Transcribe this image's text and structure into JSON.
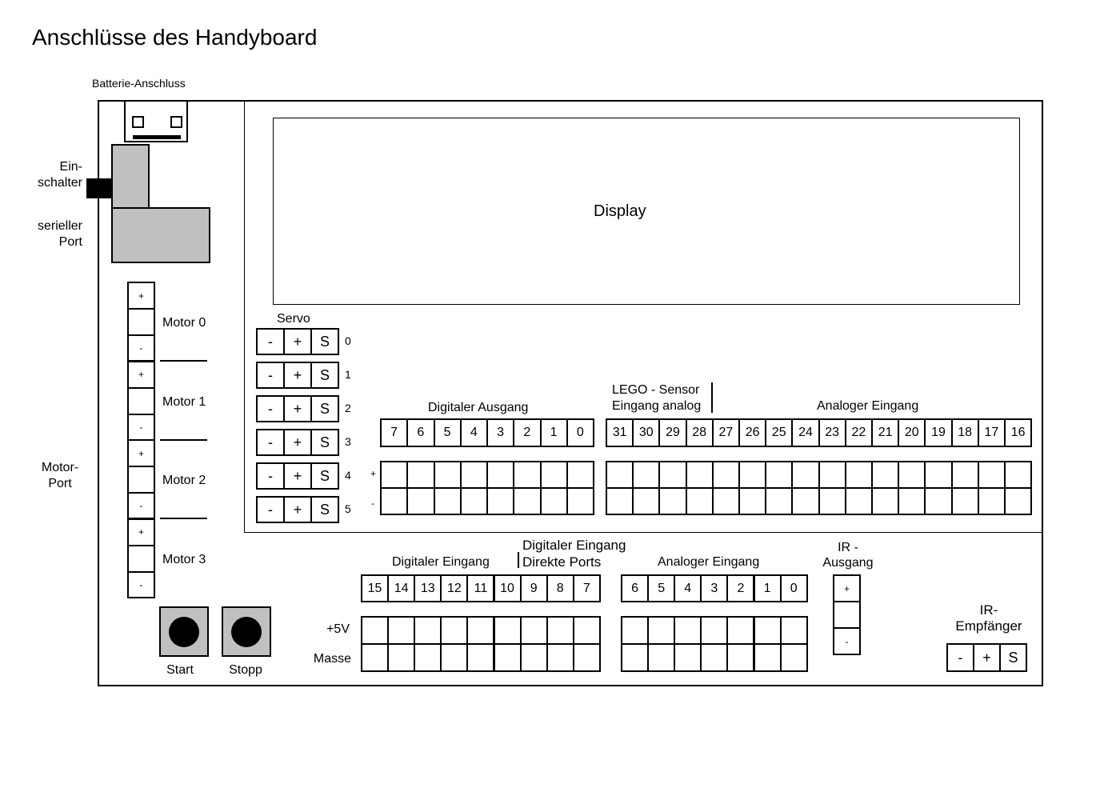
{
  "title": "Anschlüsse des Handyboard",
  "battery_label": "Batterie-Anschluss",
  "switch_label": [
    "Ein-",
    "schalter"
  ],
  "serial_label": [
    "serieller",
    "Port"
  ],
  "motor_port_label": [
    "Motor-",
    "Port"
  ],
  "display_label": "Display",
  "motors": [
    {
      "label": "Motor 0",
      "plus": "+",
      "minus": "-"
    },
    {
      "label": "Motor 1",
      "plus": "+",
      "minus": "-"
    },
    {
      "label": "Motor 2",
      "plus": "+",
      "minus": "-"
    },
    {
      "label": "Motor 3",
      "plus": "+",
      "minus": "-"
    }
  ],
  "buttons": {
    "start": "Start",
    "stop": "Stopp"
  },
  "servo": {
    "label": "Servo",
    "pins": [
      "-",
      "+",
      "S"
    ],
    "numbers": [
      "0",
      "1",
      "2",
      "3",
      "4",
      "5"
    ]
  },
  "digital_output": {
    "label": "Digitaler Ausgang",
    "ports": [
      "7",
      "6",
      "5",
      "4",
      "3",
      "2",
      "1",
      "0"
    ]
  },
  "plus_minus": {
    "plus": "+",
    "minus": "-"
  },
  "lego_sensor": [
    "LEGO - Sensor",
    "Eingang analog"
  ],
  "analog_input_top": {
    "label": "Analoger Eingang",
    "ports": [
      "31",
      "30",
      "29",
      "28",
      "27",
      "26",
      "25",
      "24",
      "23",
      "22",
      "21",
      "20",
      "19",
      "18",
      "17",
      "16"
    ]
  },
  "digital_input": {
    "label": "Digitaler Eingang",
    "direct_label": [
      "Digitaler Eingang",
      "Direkte Ports"
    ],
    "ports": [
      "15",
      "14",
      "13",
      "12",
      "11",
      "10",
      "9",
      "8",
      "7"
    ]
  },
  "analog_input_bottom": {
    "label": "Analoger Eingang",
    "ports": [
      "6",
      "5",
      "4",
      "3",
      "2",
      "1",
      "0"
    ]
  },
  "power_labels": {
    "plus5v": "+5V",
    "ground": "Masse"
  },
  "ir_output": {
    "label": [
      "IR -",
      "Ausgang"
    ],
    "pins": [
      "+",
      "",
      "-"
    ]
  },
  "ir_receiver": {
    "label": [
      "IR-",
      "Empfänger"
    ],
    "pins": [
      "-",
      "+",
      "S"
    ]
  }
}
